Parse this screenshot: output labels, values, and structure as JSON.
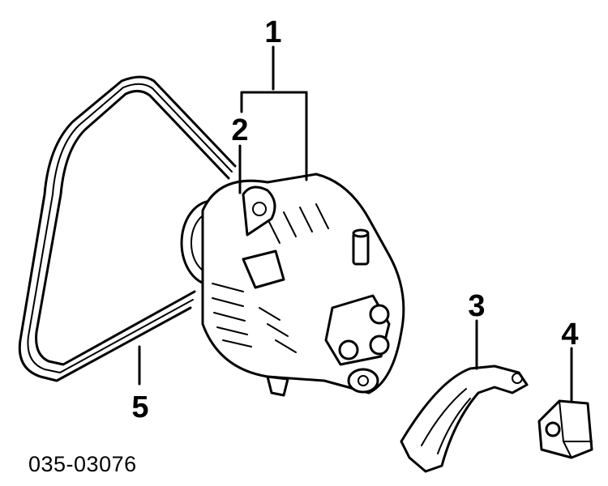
{
  "callouts": [
    {
      "id": "1",
      "label": "1"
    },
    {
      "id": "2",
      "label": "2"
    },
    {
      "id": "3",
      "label": "3"
    },
    {
      "id": "4",
      "label": "4"
    },
    {
      "id": "5",
      "label": "5"
    }
  ],
  "diagram_code": "035-03076"
}
